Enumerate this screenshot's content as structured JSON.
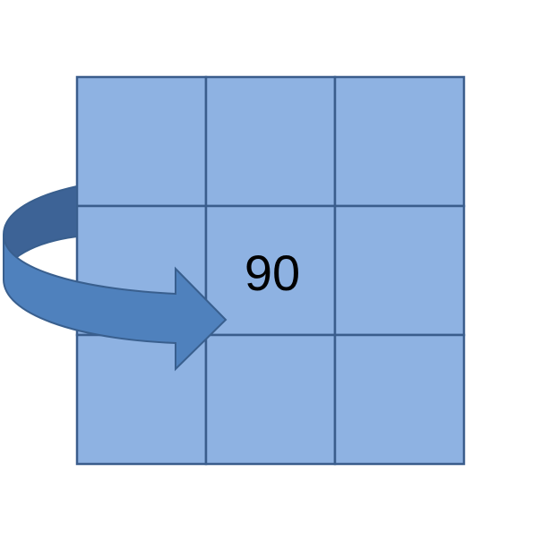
{
  "grid": {
    "rows": 3,
    "cols": 3,
    "fill_color": "#8EB2E2",
    "line_color": "#3A5D8C",
    "center_cell_text": "90"
  },
  "arrow": {
    "direction": "clockwise-right",
    "fill_color": "#4F81BD",
    "dark_fill_color": "#3D6396",
    "stroke_color": "#395F8E"
  }
}
